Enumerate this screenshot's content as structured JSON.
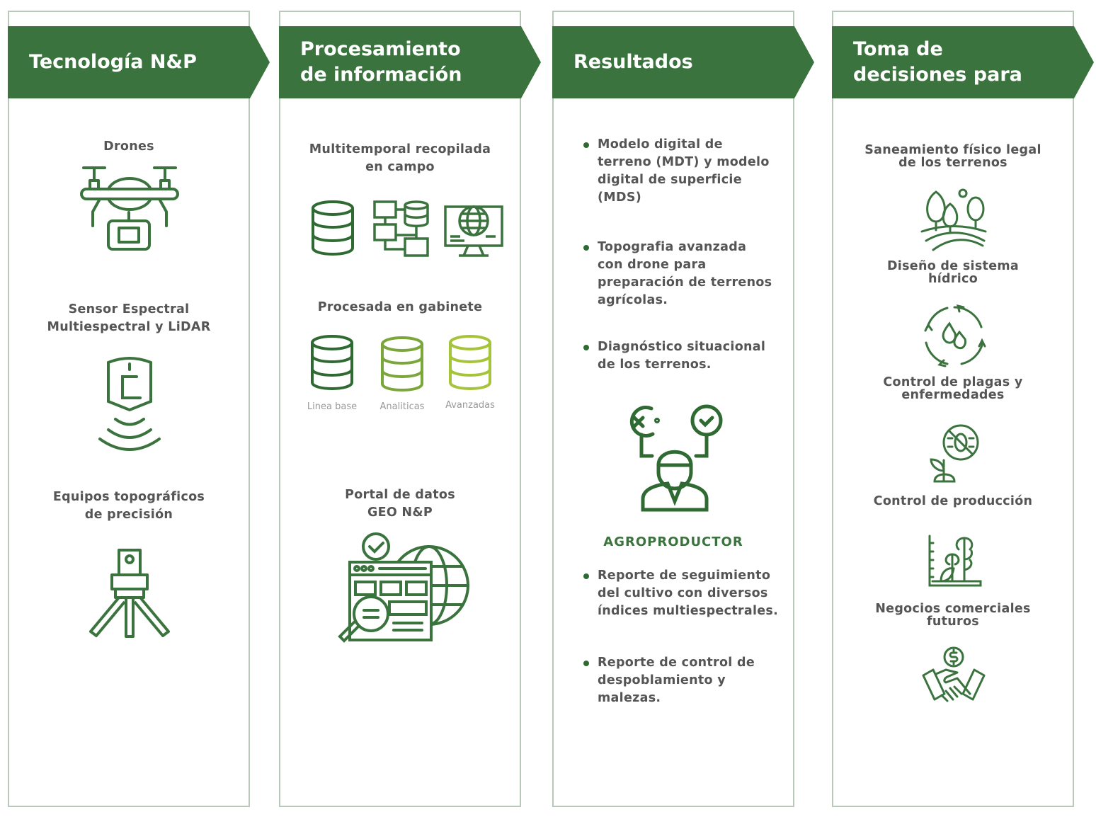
{
  "colors": {
    "accent": "#3b733e",
    "light_green": "#7aa63a",
    "lime": "#a6c43a",
    "text": "#555555"
  },
  "columns": [
    {
      "title": "Tecnología N&P",
      "items": [
        {
          "label": "Drones",
          "icon": "drone-icon"
        },
        {
          "label": "Sensor Espectral\nMultiespectral y LiDAR",
          "icon": "sensor-icon"
        },
        {
          "label": "Equipos topográficos\nde precisión",
          "icon": "total-station-icon"
        }
      ]
    },
    {
      "title": "Procesamiento\nde información",
      "sections": [
        {
          "label": "Multitemporal recopilada\nen campo",
          "icons": [
            "database-icon",
            "server-network-icon",
            "monitor-globe-icon"
          ]
        },
        {
          "label": "Procesada en gabinete",
          "icons": [
            "database-icon",
            "database-icon",
            "database-icon"
          ],
          "captions": [
            "Linea base",
            "Analiticas",
            "Avanzadas"
          ]
        },
        {
          "label": "Portal de datos\nGEO N&P",
          "icons": [
            "web-portal-globe-icon"
          ]
        }
      ]
    },
    {
      "title": "Resultados",
      "bullets_top": [
        "Modelo digital de\nterreno (MDT) y modelo\ndigital de superficie\n(MDS)",
        "Topografia avanzada\ncon drone para\npreparación de terrenos\nagrícolas.",
        "Diagnóstico situacional\nde los terrenos."
      ],
      "figure_label": "AGROPRODUCTOR",
      "figure_icon": "farmer-decision-icon",
      "bullets_bottom": [
        "Reporte de seguimiento\ndel cultivo con diversos\níndices multiespectrales.",
        "Reporte de control de\ndespoblamiento y\nmalezas."
      ]
    },
    {
      "title": "Toma de\ndecisiones para",
      "items": [
        {
          "label": "Saneamiento físico legal\nde los terrenos",
          "icon": "landscape-trees-icon"
        },
        {
          "label": "Diseño de sistema\nhídrico",
          "icon": "water-cycle-icon"
        },
        {
          "label": "Control de plagas y\nenfermedades",
          "icon": "pest-control-icon"
        },
        {
          "label": "Control de producción",
          "icon": "plant-growth-chart-icon"
        },
        {
          "label": "Negocios comerciales\nfuturos",
          "icon": "handshake-money-icon"
        }
      ]
    }
  ]
}
